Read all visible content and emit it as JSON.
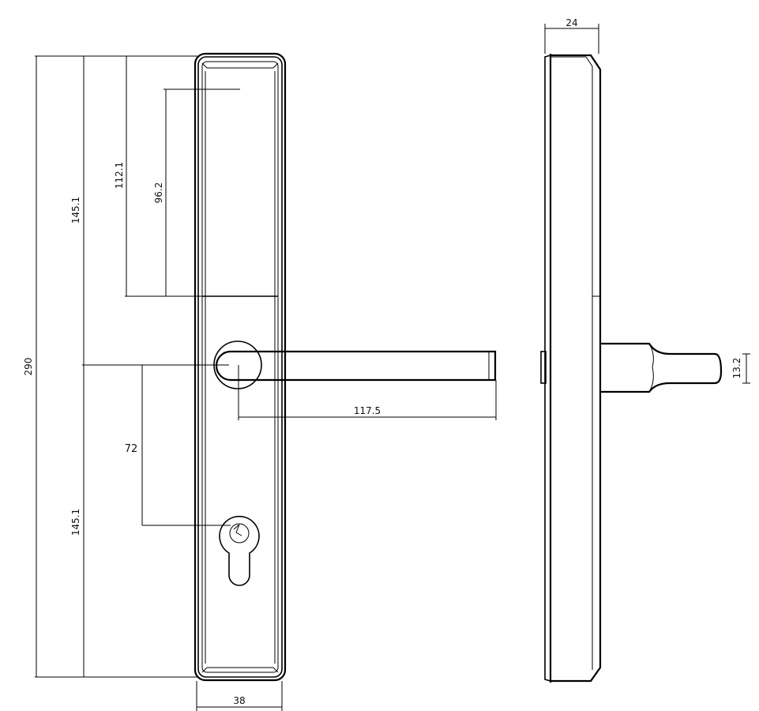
{
  "dimensions": {
    "total_height": "290",
    "upper_height": "145.1",
    "lower_height": "145.1",
    "panel_depth": "112.1",
    "sensor_depth": "96.2",
    "handle_length": "117.5",
    "backset": "72",
    "plate_width": "38",
    "side_thickness": "24",
    "handle_thickness": "13.2"
  }
}
